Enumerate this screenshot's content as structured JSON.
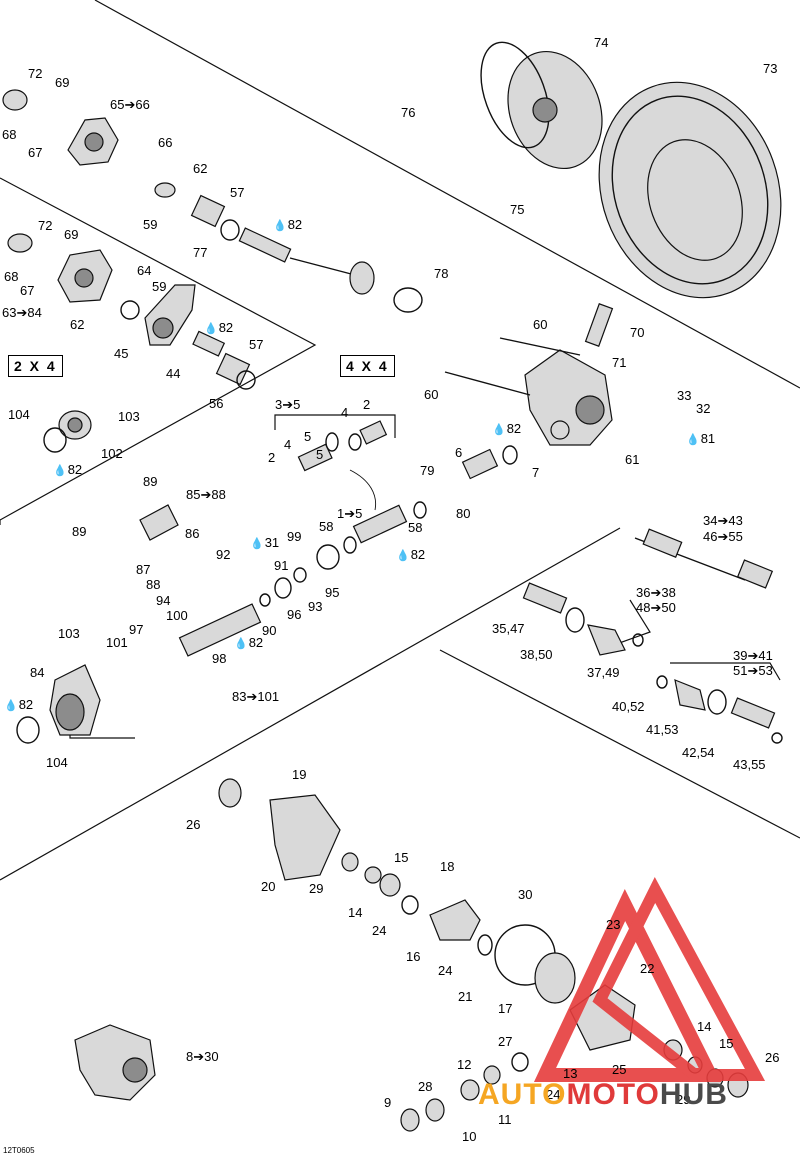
{
  "section_labels": {
    "two_by_four": "2 X 4",
    "four_by_four": "4 X 4"
  },
  "footer_code": "12T0605",
  "watermark": {
    "auto": "AUTO",
    "moto": "MOTO",
    "hub": "HUB",
    "colors": {
      "auto": "#f5a623",
      "moto": "#e03a3a",
      "hub": "#4a4a4a",
      "triangle": "#e63c3c"
    }
  },
  "drop_glyph": "💧",
  "callouts": {
    "c72a": "72",
    "c69a": "69",
    "c68a": "68",
    "c67a": "67",
    "c6566": "65➔66",
    "c66": "66",
    "c62a": "62",
    "c57a": "57",
    "c59a": "59",
    "c82a": "82",
    "c77": "77",
    "c74": "74",
    "c73": "73",
    "c76": "76",
    "c75": "75",
    "c72b": "72",
    "c69b": "69",
    "c68b": "68",
    "c67b": "67",
    "c6384": "63➔84",
    "c64": "64",
    "c62b": "62",
    "c59b": "59",
    "c82b": "82",
    "c45": "45",
    "c57b": "57",
    "c44": "44",
    "c56": "56",
    "c78": "78",
    "c60a": "60",
    "c70": "70",
    "c71": "71",
    "c60b": "60",
    "c33": "33",
    "c32": "32",
    "c81": "81",
    "c82c": "82",
    "c61": "61",
    "c104a": "104",
    "c103a": "103",
    "c102": "102",
    "c82d": "82",
    "c35": "3➔5",
    "c4a": "4",
    "c2a": "2",
    "c4b": "4",
    "c5a": "5",
    "c5b": "5",
    "c2b": "2",
    "c6": "6",
    "c7": "7",
    "c79": "79",
    "c80": "80",
    "c58a": "58",
    "c15": "1➔5",
    "c58b": "58",
    "c82e": "82",
    "c89a": "89",
    "c8588": "85➔88",
    "c89b": "89",
    "c86": "86",
    "c87": "87",
    "c88": "88",
    "c94": "94",
    "c100": "100",
    "c92": "92",
    "c31": "31",
    "c91": "91",
    "c99": "99",
    "c95": "95",
    "c93": "93",
    "c96": "96",
    "c90": "90",
    "c82f": "82",
    "c98": "98",
    "c97": "97",
    "c103b": "103",
    "c101": "101",
    "c84": "84",
    "c82g": "82",
    "c104b": "104",
    "c83101": "83➔101",
    "c3443": "34➔43",
    "c4655": "46➔55",
    "c3638": "36➔38",
    "c4850": "48➔50",
    "c3547": "35,47",
    "c3850": "38,50",
    "c3749": "37,49",
    "c3941": "39➔41",
    "c5153": "51➔53",
    "c4052": "40,52",
    "c4153": "41,53",
    "c4254": "42,54",
    "c4355": "43,55",
    "c19": "19",
    "c26a": "26",
    "c20": "20",
    "c29a": "29",
    "c15a": "15",
    "c18": "18",
    "c14a": "14",
    "c30": "30",
    "c24a": "24",
    "c16": "16",
    "c24b": "24",
    "c21": "21",
    "c17": "17",
    "c23": "23",
    "c22": "22",
    "c14b": "14",
    "c15b": "15",
    "c26b": "26",
    "c27": "27",
    "c13": "13",
    "c25": "25",
    "c12": "12",
    "c24c": "24",
    "c29b": "29",
    "c28": "28",
    "c11": "11",
    "c9": "9",
    "c10": "10",
    "c830": "8➔30"
  }
}
